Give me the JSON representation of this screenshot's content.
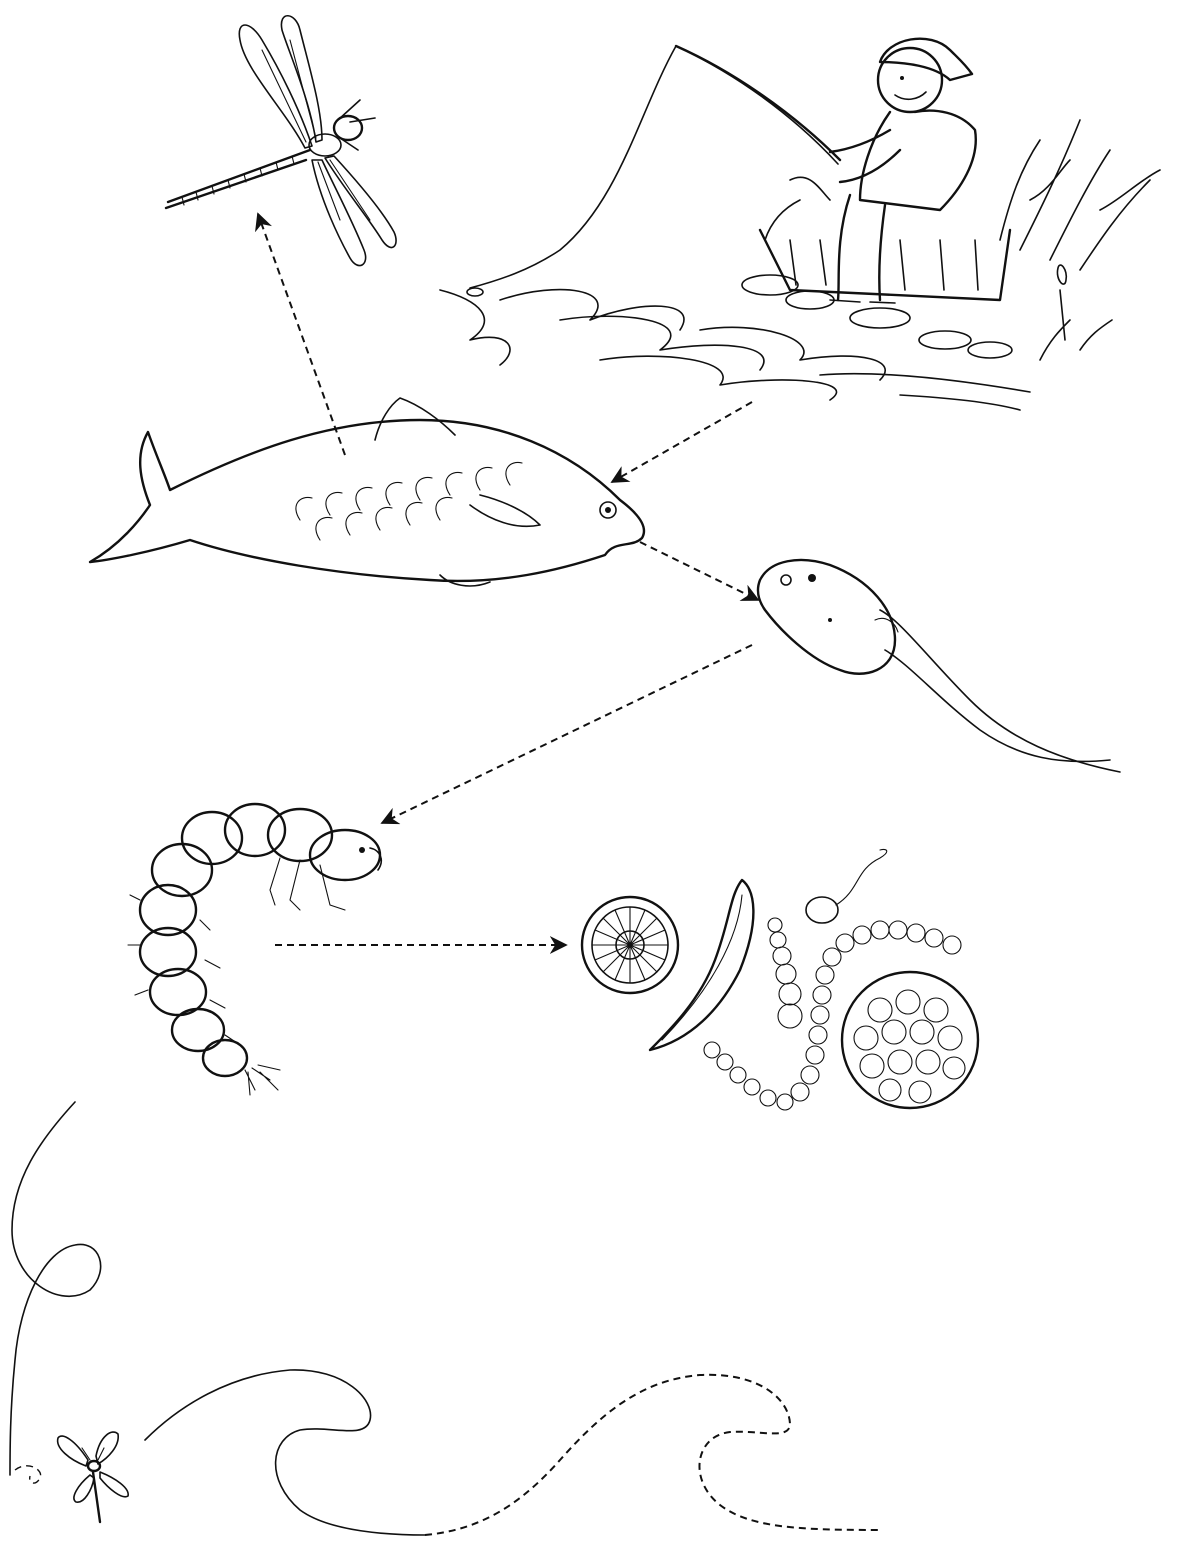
{
  "diagram": {
    "type": "food-chain",
    "organisms": [
      {
        "id": "boy",
        "icon": "boy-fishing-icon"
      },
      {
        "id": "fish",
        "icon": "fish-icon"
      },
      {
        "id": "dragonfly",
        "icon": "dragonfly-icon"
      },
      {
        "id": "tadpole",
        "icon": "tadpole-icon"
      },
      {
        "id": "larva",
        "icon": "larva-icon"
      },
      {
        "id": "algae",
        "icon": "algae-icon"
      }
    ],
    "arrows": [
      {
        "from": "boy",
        "to": "fish"
      },
      {
        "from": "fish",
        "to": "dragonfly"
      },
      {
        "from": "fish",
        "to": "tadpole"
      },
      {
        "from": "tadpole",
        "to": "larva"
      },
      {
        "from": "larva",
        "to": "algae"
      }
    ],
    "colors": {
      "ink": "#111111",
      "background": "#ffffff"
    }
  }
}
